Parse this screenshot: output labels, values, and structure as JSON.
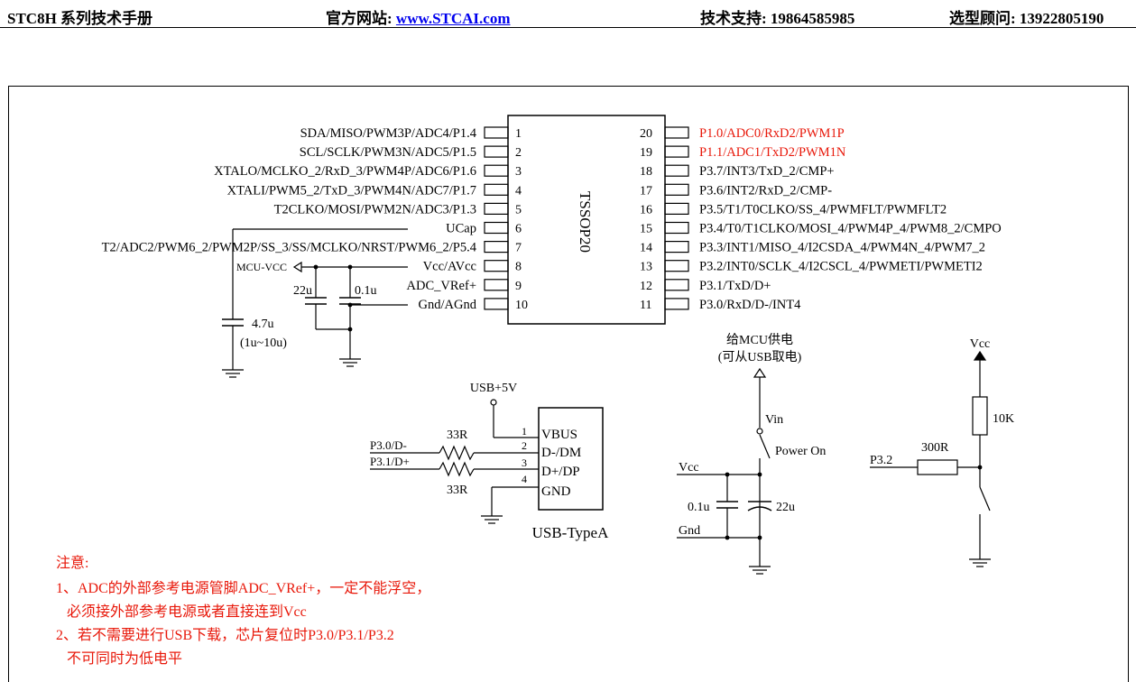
{
  "header": {
    "series": "STC8H 系列技术手册",
    "website_label": "官方网站: ",
    "website_link": "www.STCAI.com",
    "support": "技术支持: 19864585985",
    "consult": "选型顾问: 13922805190"
  },
  "chip": {
    "name": "TSSOP20",
    "left_pins": [
      {
        "num": "1",
        "label": "SDA/MISO/PWM3P/ADC4/P1.4"
      },
      {
        "num": "2",
        "label": "SCL/SCLK/PWM3N/ADC5/P1.5"
      },
      {
        "num": "3",
        "label": "XTALO/MCLKO_2/RxD_3/PWM4P/ADC6/P1.6"
      },
      {
        "num": "4",
        "label": "XTALI/PWM5_2/TxD_3/PWM4N/ADC7/P1.7"
      },
      {
        "num": "5",
        "label": "T2CLKO/MOSI/PWM2N/ADC3/P1.3"
      },
      {
        "num": "6",
        "label": "UCap"
      },
      {
        "num": "7",
        "label": "T2/ADC2/PWM6_2/PWM2P/SS_3/SS/MCLKO/NRST/PWM6_2/P5.4"
      },
      {
        "num": "8",
        "label": "Vcc/AVcc"
      },
      {
        "num": "9",
        "label": "ADC_VRef+"
      },
      {
        "num": "10",
        "label": "Gnd/AGnd"
      }
    ],
    "right_pins": [
      {
        "num": "20",
        "label": "P1.0/ADC0/RxD2/PWM1P",
        "highlight": true
      },
      {
        "num": "19",
        "label": "P1.1/ADC1/TxD2/PWM1N",
        "highlight": true
      },
      {
        "num": "18",
        "label": "P3.7/INT3/TxD_2/CMP+",
        "highlight": false
      },
      {
        "num": "17",
        "label": "P3.6/INT2/RxD_2/CMP-",
        "highlight": false
      },
      {
        "num": "16",
        "label": "P3.5/T1/T0CLKO/SS_4/PWMFLT/PWMFLT2",
        "highlight": false
      },
      {
        "num": "15",
        "label": "P3.4/T0/T1CLKO/MOSI_4/PWM4P_4/PWM8_2/CMPO",
        "highlight": false
      },
      {
        "num": "14",
        "label": "P3.3/INT1/MISO_4/I2CSDA_4/PWM4N_4/PWM7_2",
        "highlight": false
      },
      {
        "num": "13",
        "label": "P3.2/INT0/SCLK_4/I2CSCL_4/PWMETI/PWMETI2",
        "highlight": false
      },
      {
        "num": "12",
        "label": "P3.1/TxD/D+",
        "highlight": false
      },
      {
        "num": "11",
        "label": "P3.0/RxD/D-/INT4",
        "highlight": false
      }
    ]
  },
  "power": {
    "mcu_vcc": "MCU-VCC",
    "cap_22u": "22u",
    "cap_01u": "0.1u",
    "cap_47u": "4.7u",
    "cap_range": "(1u~10u)"
  },
  "usb": {
    "supply": "USB+5V",
    "res_top": "33R",
    "res_bottom": "33R",
    "net_dm": "P3.0/D-",
    "net_dp": "P3.1/D+",
    "pins": [
      {
        "num": "1",
        "label": "VBUS"
      },
      {
        "num": "2",
        "label": "D-/DM"
      },
      {
        "num": "3",
        "label": "D+/DP"
      },
      {
        "num": "4",
        "label": "GND"
      }
    ],
    "name": "USB-TypeA"
  },
  "supply_circuit": {
    "title": "给MCU供电",
    "subtitle": "(可从USB取电)",
    "vin": "Vin",
    "power_on": "Power On",
    "vcc": "Vcc",
    "gnd": "Gnd",
    "cap_small": "0.1u",
    "cap_big": "22u"
  },
  "reset_circuit": {
    "vcc": "Vcc",
    "r_pull": "10K",
    "r_series": "300R",
    "net": "P3.2"
  },
  "notes": {
    "title": "注意:",
    "line1": "1、ADC的外部参考电源管脚ADC_VRef+，一定不能浮空，",
    "line2": "必须接外部参考电源或者直接连到Vcc",
    "line3": "2、若不需要进行USB下载，芯片复位时P3.0/P3.1/P3.2",
    "line4": "不可同时为低电平"
  },
  "colors": {
    "highlight": "#e8180a",
    "link": "#0000ee"
  }
}
